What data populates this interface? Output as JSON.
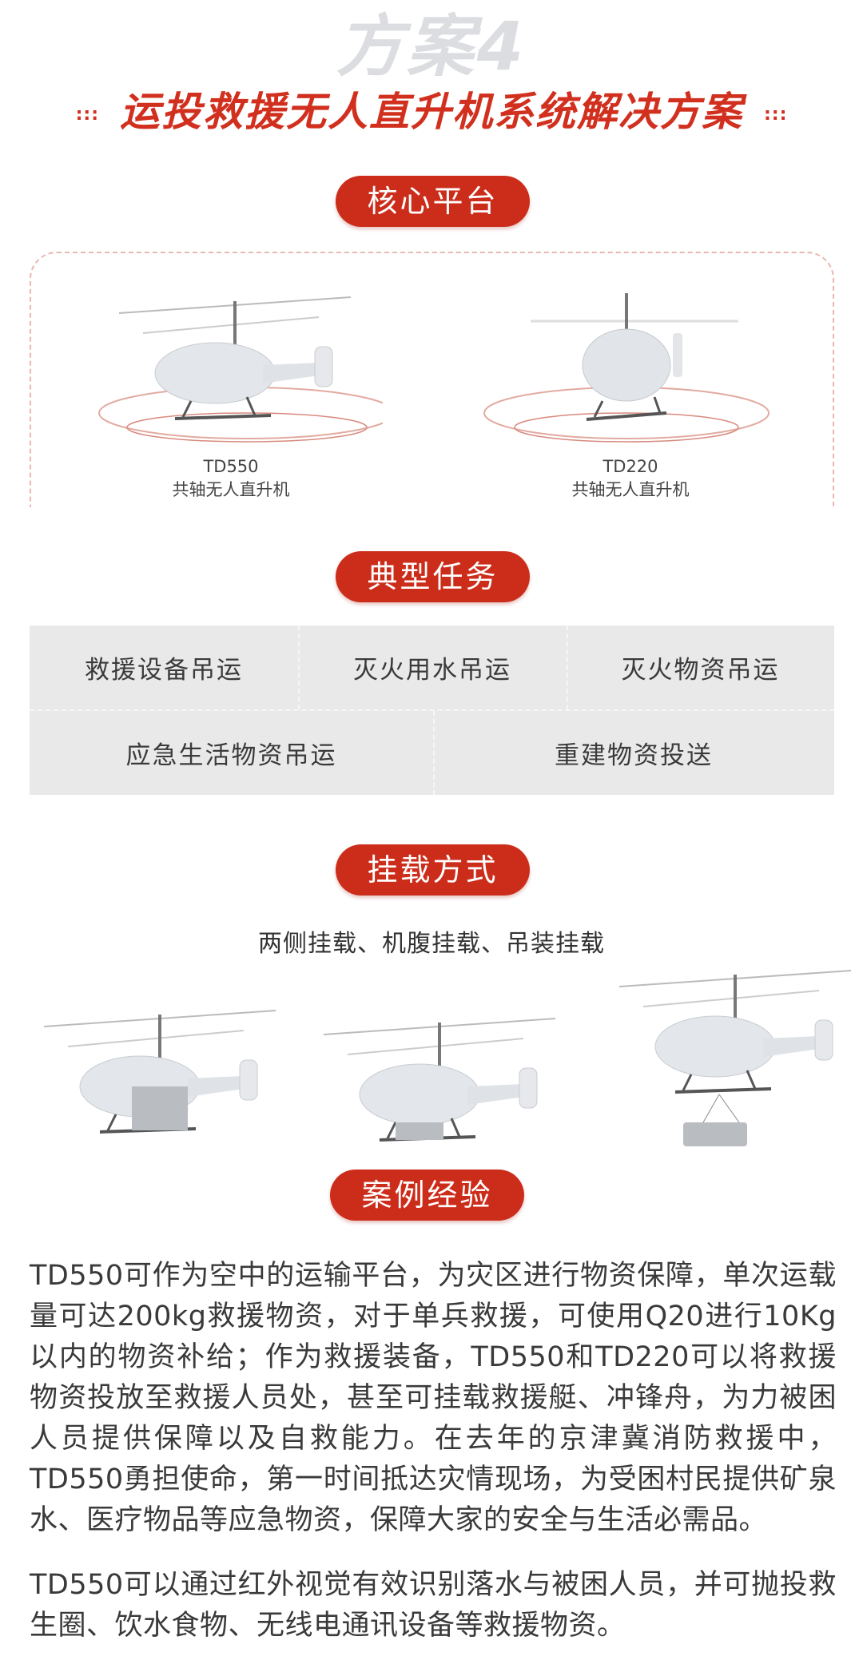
{
  "header": {
    "watermark": "方案4",
    "title": "运投救援无人直升机系统解决方案",
    "dots_left": ":::",
    "dots_right": ":::"
  },
  "sections": {
    "platform": "核心平台",
    "missions": "典型任务",
    "mounting": "挂载方式",
    "cases": "案例经验"
  },
  "platforms": [
    {
      "model": "TD550",
      "type": "共轴无人直升机"
    },
    {
      "model": "TD220",
      "type": "共轴无人直升机"
    }
  ],
  "missions": [
    "救援设备吊运",
    "灭火用水吊运",
    "灭火物资吊运",
    "应急生活物资吊运",
    "重建物资投送"
  ],
  "mounting": {
    "subtitle": "两侧挂载、机腹挂载、吊装挂载"
  },
  "cases": {
    "paragraphs": [
      "TD550可作为空中的运输平台，为灾区进行物资保障，单次运载量可达200kg救援物资，对于单兵救援，可使用Q20进行10Kg以内的物资补给；作为救援装备，TD550和TD220可以将救援物资投放至救援人员处，甚至可挂载救援艇、冲锋舟，为力被困人员提供保障以及自救能力。在去年的京津冀消防救援中，TD550勇担使命，第一时间抵达灾情现场，为受困村民提供矿泉水、医疗物品等应急物资，保障大家的安全与生活必需品。",
      "TD550可以通过红外视觉有效识别落水与被困人员，并可抛投救生圈、饮水食物、无线电通讯设备等救援物资。"
    ]
  },
  "colors": {
    "accent": "#cc2d1b",
    "title": "#d2301f",
    "grid": "#e9e9e9"
  }
}
